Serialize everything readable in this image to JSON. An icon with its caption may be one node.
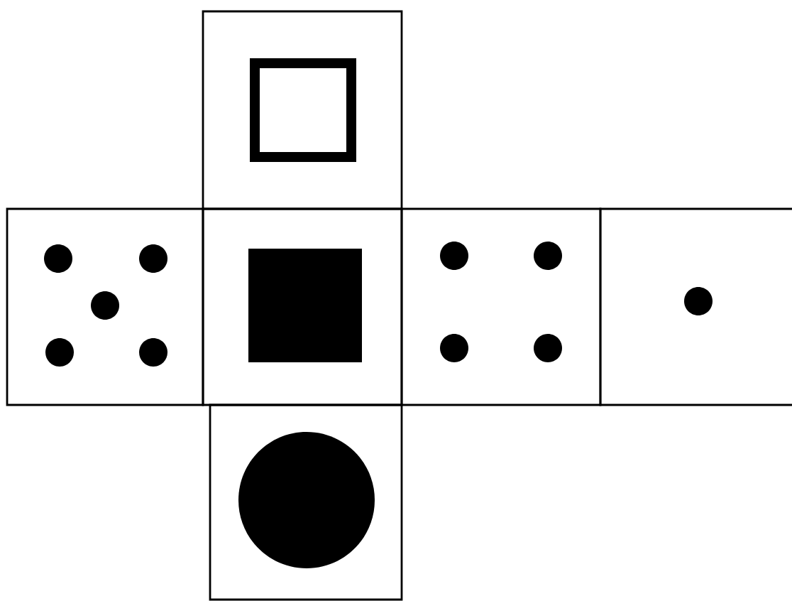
{
  "diagram": {
    "nodes": [
      {
        "text": [],
        "shape": "box"
      },
      {
        "text": [],
        "shape": "box",
        "in": 0
      },
      {
        "text": [],
        "shape": "box"
      },
      {
        "text": [],
        "shape": "box"
      },
      {
        "text": [],
        "shape": "box",
        "in": 3
      },
      {
        "text": [],
        "shape": "box"
      },
      {
        "text": [],
        "shape": "box"
      },
      {
        "text": [],
        "shape": "box"
      },
      {
        "text": [],
        "shape": "circle",
        "in": 7
      }
    ]
  }
}
